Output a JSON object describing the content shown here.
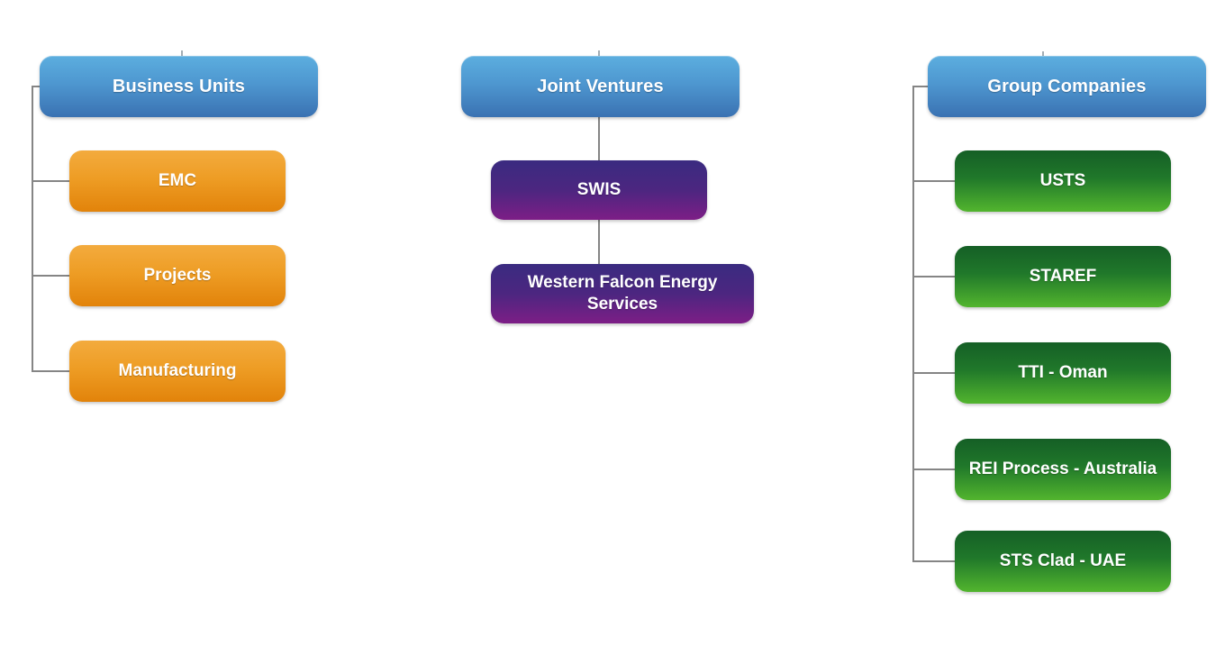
{
  "palette": {
    "background": "#ffffff",
    "header_blue_top": "#5caedf",
    "header_blue_bottom": "#3a72b2",
    "orange_top": "#f3ab3e",
    "orange_bottom": "#e2830a",
    "purple_top": "#3a2b80",
    "purple_bottom": "#7d1e86",
    "green_top": "#155f26",
    "green_bottom": "#52b52e",
    "connector_line": "#858585",
    "node_text": "#ffffff"
  },
  "chart": {
    "type": "org-chart",
    "columns": [
      {
        "header": "Business Units",
        "child_color": "orange",
        "children": [
          "EMC",
          "Projects",
          "Manufacturing"
        ]
      },
      {
        "header": "Joint Ventures",
        "child_color": "purple",
        "children": [
          "SWIS",
          "Western Falcon Energy Services"
        ]
      },
      {
        "header": "Group Companies",
        "child_color": "green",
        "children": [
          "USTS",
          "STAREF",
          "TTI - Oman",
          "REI Process - Australia",
          "STS Clad - UAE"
        ]
      }
    ]
  }
}
